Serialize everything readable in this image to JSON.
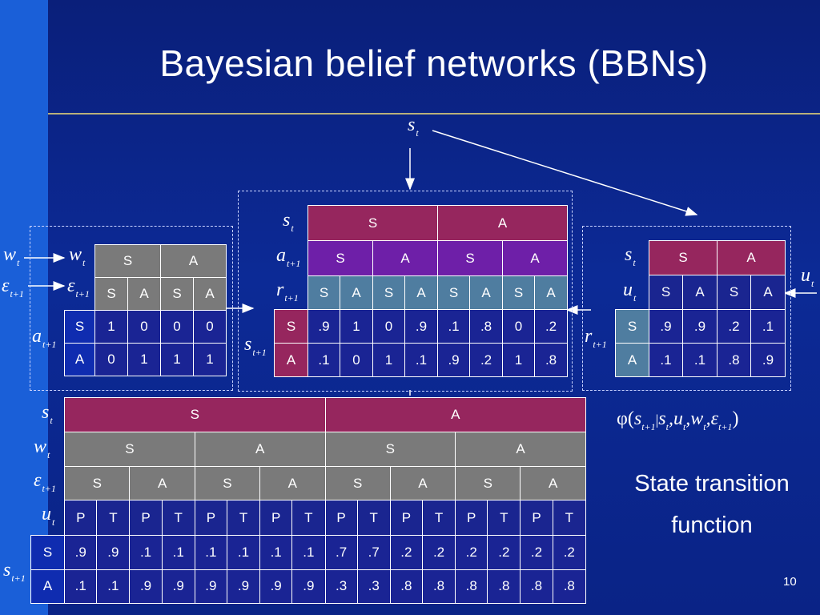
{
  "title": "Bayesian belief networks (BBNs)",
  "page_number": "10",
  "caption": [
    "State transition",
    "function"
  ],
  "phi": {
    "symbol": "φ",
    "open": "(",
    "a": "s",
    "a_sub": "t+1",
    "bar": "|",
    "b": "s",
    "b_sub": "t",
    "c": "u",
    "c_sub": "t",
    "d": "w",
    "d_sub": "t",
    "e": "ε",
    "e_sub": "t+1",
    "close": ")"
  },
  "vars": {
    "s": "s",
    "a": "a",
    "r": "r",
    "u": "u",
    "w": "w",
    "eps": "ε",
    "t": "t",
    "t1": "t+1"
  },
  "table_action": {
    "col1": [
      "S",
      "A"
    ],
    "col2": [
      "S",
      "A",
      "S",
      "A"
    ],
    "rows": [
      {
        "label": "S",
        "values": [
          "1",
          "0",
          "0",
          "0"
        ]
      },
      {
        "label": "A",
        "values": [
          "0",
          "1",
          "1",
          "1"
        ]
      }
    ]
  },
  "table_reward": {
    "row1": [
      "S",
      "A"
    ],
    "row2": [
      "S",
      "A",
      "S",
      "A"
    ],
    "row3": [
      "S",
      "A",
      "S",
      "A",
      "S",
      "A",
      "S",
      "A"
    ],
    "rows": [
      {
        "label": "S",
        "values": [
          ".9",
          "1",
          "0",
          ".9",
          ".1",
          ".8",
          "0",
          ".2"
        ]
      },
      {
        "label": "A",
        "values": [
          ".1",
          "0",
          "1",
          ".1",
          ".9",
          ".2",
          "1",
          ".8"
        ]
      }
    ]
  },
  "table_obs": {
    "row1": [
      "S",
      "A"
    ],
    "row2": [
      "S",
      "A",
      "S",
      "A"
    ],
    "rows": [
      {
        "label": "S",
        "values": [
          ".9",
          ".9",
          ".2",
          ".1"
        ]
      },
      {
        "label": "A",
        "values": [
          ".1",
          ".1",
          ".8",
          ".9"
        ]
      }
    ]
  },
  "table_transition": {
    "row1": [
      "S",
      "A"
    ],
    "row2": [
      "S",
      "A",
      "S",
      "A"
    ],
    "row3": [
      "S",
      "A",
      "S",
      "A",
      "S",
      "A",
      "S",
      "A"
    ],
    "row4": [
      "P",
      "T",
      "P",
      "T",
      "P",
      "T",
      "P",
      "T",
      "P",
      "T",
      "P",
      "T",
      "P",
      "T",
      "P",
      "T"
    ],
    "rows": [
      {
        "label": "S",
        "values": [
          ".9",
          ".9",
          ".1",
          ".1",
          ".1",
          ".1",
          ".1",
          ".1",
          ".7",
          ".7",
          ".2",
          ".2",
          ".2",
          ".2",
          ".2",
          ".2"
        ]
      },
      {
        "label": "A",
        "values": [
          ".1",
          ".1",
          ".9",
          ".9",
          ".9",
          ".9",
          ".9",
          ".9",
          ".3",
          ".3",
          ".8",
          ".8",
          ".8",
          ".8",
          ".8",
          ".8"
        ]
      }
    ]
  }
}
